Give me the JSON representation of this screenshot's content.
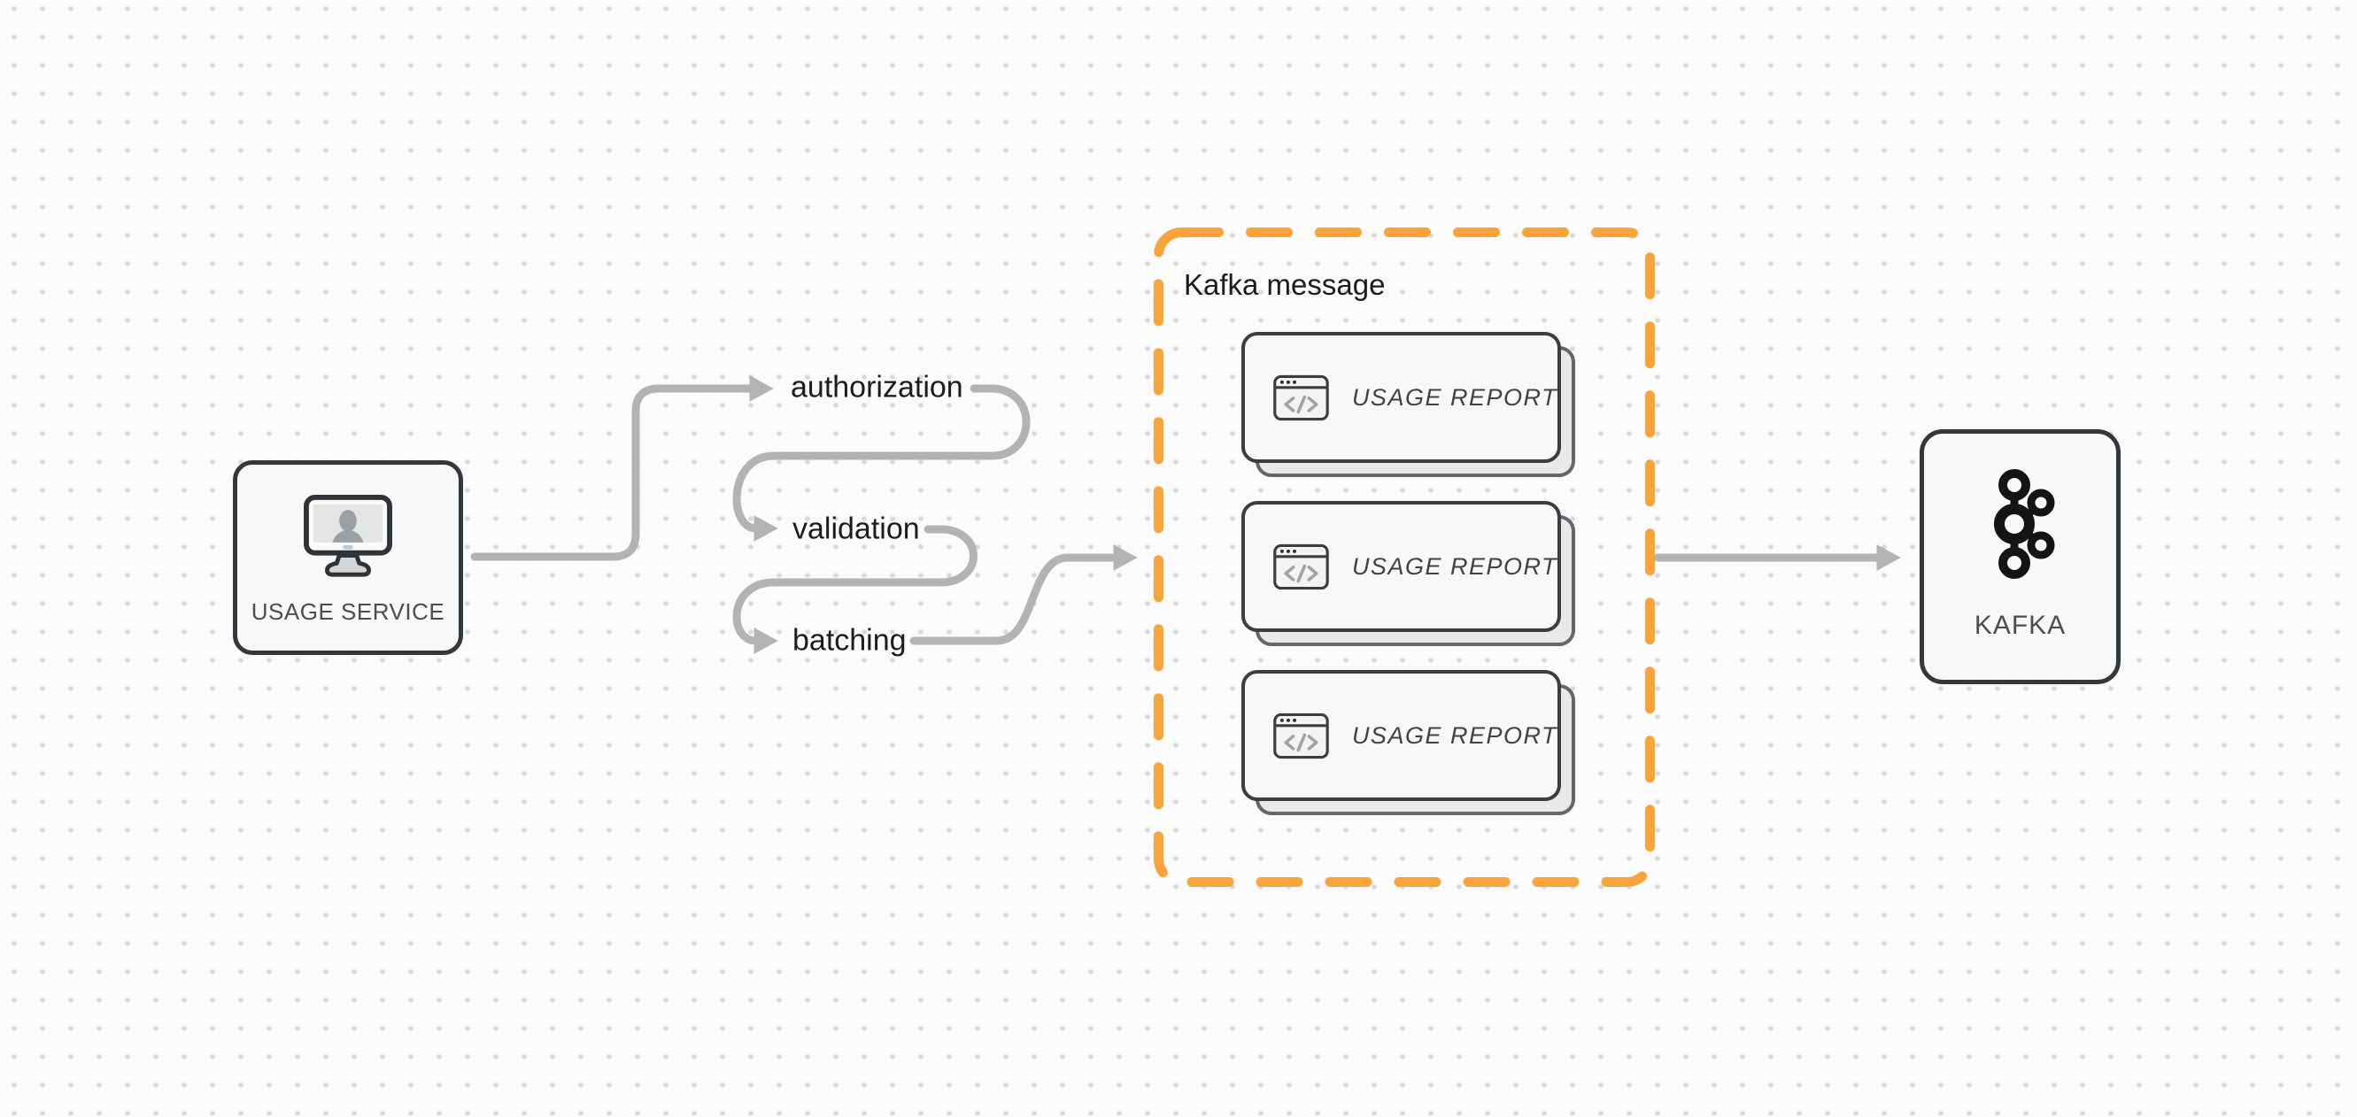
{
  "diagram": {
    "background": {
      "color": "#fbfbfb",
      "dot_color": "#d9d9d9"
    },
    "colors": {
      "accent_orange": "#F8A43B",
      "connector_gray": "#B3B3B3",
      "border_dark": "#34383C"
    },
    "usage_service": {
      "label": "USAGE SERVICE"
    },
    "steps": {
      "authorization": "authorization",
      "validation": "validation",
      "batching": "batching"
    },
    "kafka_message": {
      "title": "Kafka message",
      "cards": [
        {
          "label": "USAGE REPORT"
        },
        {
          "label": "USAGE REPORT"
        },
        {
          "label": "USAGE REPORT"
        }
      ]
    },
    "kafka": {
      "label": "KAFKA"
    }
  }
}
